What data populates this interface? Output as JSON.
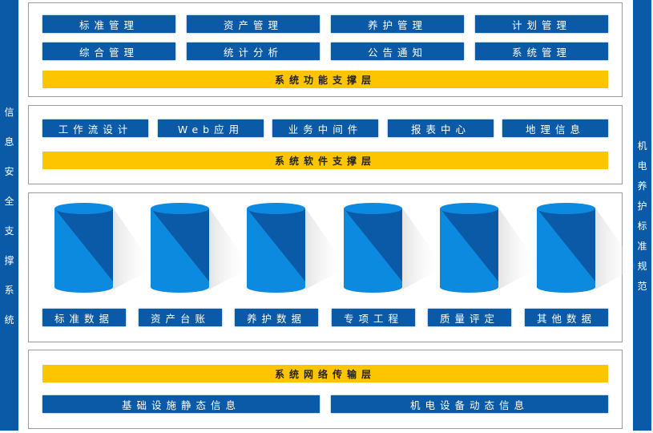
{
  "left_bar": {
    "chars": [
      "信",
      "息",
      "安",
      "全",
      "支",
      "撑",
      "系",
      "统"
    ]
  },
  "right_bar": {
    "chars": [
      "机",
      "电",
      "养",
      "护",
      "标",
      "准",
      "规",
      "范"
    ]
  },
  "function_layer": {
    "modules": [
      "标准管理",
      "资产管理",
      "养护管理",
      "计划管理",
      "综合管理",
      "统计分析",
      "公告通知",
      "系统管理"
    ],
    "title": "系统功能支撑层"
  },
  "software_layer": {
    "modules": [
      "工作流设计",
      "Web应用",
      "业务中间件",
      "报表中心",
      "地理信息"
    ],
    "title": "系统软件支撑层"
  },
  "data_layer": {
    "databases": [
      "标准数据",
      "资产台账",
      "养护数据",
      "专项工程",
      "质量评定",
      "其他数据"
    ]
  },
  "network_layer": {
    "title": "系统网络传输层",
    "modules": [
      "基础设施静态信息",
      "机电设备动态信息"
    ]
  },
  "colors": {
    "blue": "#0a5aa8",
    "light_blue": "#0b8ae0",
    "yellow": "#fcc500"
  }
}
